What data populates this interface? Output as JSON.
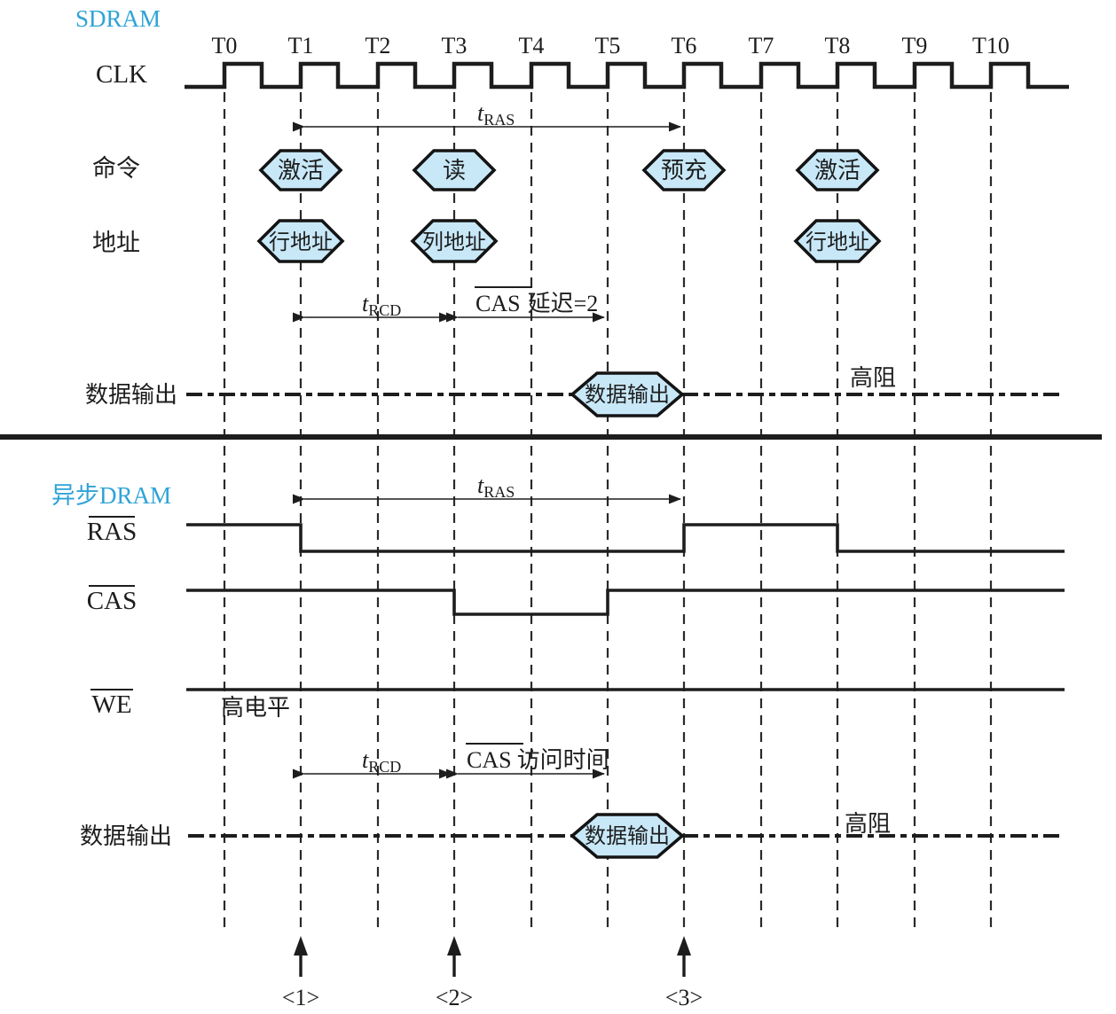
{
  "colors": {
    "accent": "#2fa3d6",
    "hexagon_fill": "#c8e8f8",
    "line": "#1d1d1d"
  },
  "timeline": {
    "ticks": [
      "T0",
      "T1",
      "T2",
      "T3",
      "T4",
      "T5",
      "T6",
      "T7",
      "T8",
      "T9",
      "T10"
    ]
  },
  "sdram": {
    "title": "SDRAM",
    "clk_label": "CLK",
    "command_row_label": "命令",
    "address_row_label": "地址",
    "data_row_label": "数据输出",
    "commands": [
      {
        "label": "激活",
        "tick": "T1"
      },
      {
        "label": "读",
        "tick": "T3"
      },
      {
        "label": "预充",
        "tick": "T6"
      },
      {
        "label": "激活",
        "tick": "T8"
      }
    ],
    "addresses": [
      {
        "label": "行地址",
        "tick": "T1"
      },
      {
        "label": "列地址",
        "tick": "T3"
      },
      {
        "label": "行地址",
        "tick": "T8"
      }
    ],
    "t_ras": {
      "sym": "t",
      "sub": "RAS"
    },
    "t_rcd": {
      "sym": "t",
      "sub": "RCD"
    },
    "cas_latency": {
      "cas": "CAS",
      "rest": "延迟=2"
    },
    "data_burst": "数据输出",
    "hi_z": "高阻"
  },
  "dram": {
    "title": "异步DRAM",
    "ras_label": "RAS",
    "cas_label": "CAS",
    "we_label": "WE",
    "we_note": "高电平",
    "data_row_label": "数据输出",
    "t_ras": {
      "sym": "t",
      "sub": "RAS"
    },
    "t_rcd": {
      "sym": "t",
      "sub": "RCD"
    },
    "cas_access": {
      "cas": "CAS",
      "rest": "访问时间"
    },
    "data_burst": "数据输出",
    "hi_z": "高阻",
    "events": {
      "ras_fall": "T1",
      "ras_rise": "T6",
      "ras_fall_2": "T8",
      "cas_fall": "T3",
      "cas_rise": "T5",
      "we_level": "high"
    }
  },
  "markers": [
    {
      "label": "<1>",
      "tick": "T1"
    },
    {
      "label": "<2>",
      "tick": "T3"
    },
    {
      "label": "<3>",
      "tick": "T6"
    }
  ]
}
